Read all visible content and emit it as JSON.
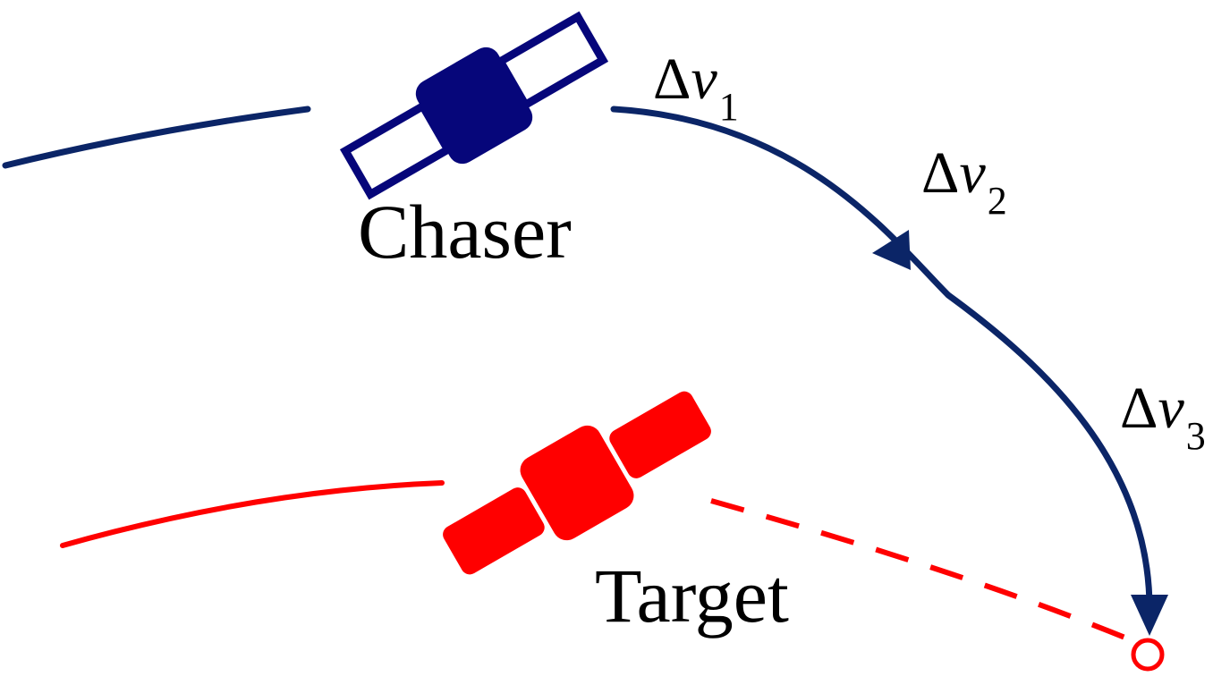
{
  "colors": {
    "chaser": "#0b2567",
    "chaser_body": "#06067a",
    "target": "#ff0000",
    "text": "#000000"
  },
  "labels": {
    "chaser": "Chaser",
    "target": "Target"
  },
  "impulses": [
    {
      "delta": "Δ",
      "var": "v",
      "sub": "1"
    },
    {
      "delta": "Δ",
      "var": "v",
      "sub": "2"
    },
    {
      "delta": "Δ",
      "var": "v",
      "sub": "3"
    }
  ],
  "icons": {
    "chaser": "satellite-outline-icon",
    "target": "satellite-solid-icon"
  }
}
